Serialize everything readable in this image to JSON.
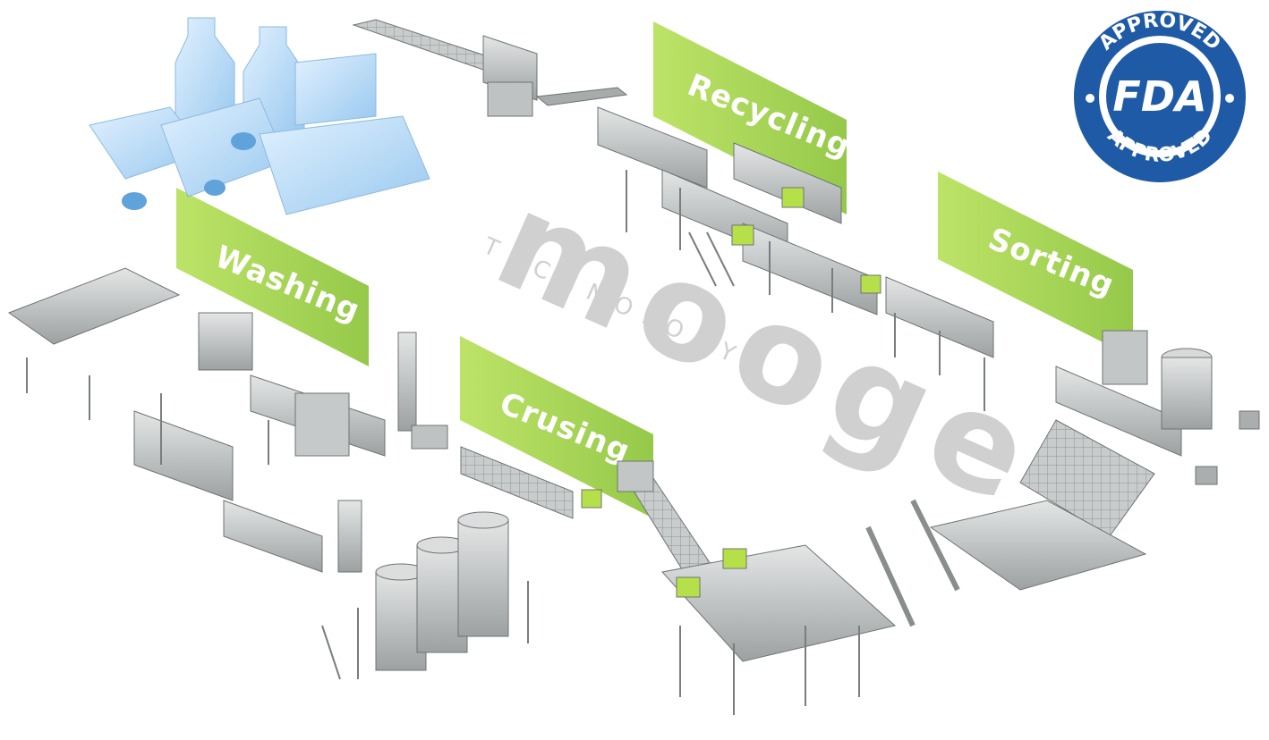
{
  "banners": {
    "washing": "Washing",
    "recycling": "Recycling",
    "sorting": "Sorting",
    "crushing": "Crusing"
  },
  "watermark": {
    "brand": "mooge",
    "tagline": "TECHNOLOGY"
  },
  "badge": {
    "top_text": "APPROVED",
    "center_text": "FDA",
    "bottom_text": "APPROVED",
    "color": "#1f5aa6"
  },
  "colors": {
    "accent": "#9fd34a",
    "machine": "#b9bcbc",
    "frame": "#7a7d7e"
  }
}
